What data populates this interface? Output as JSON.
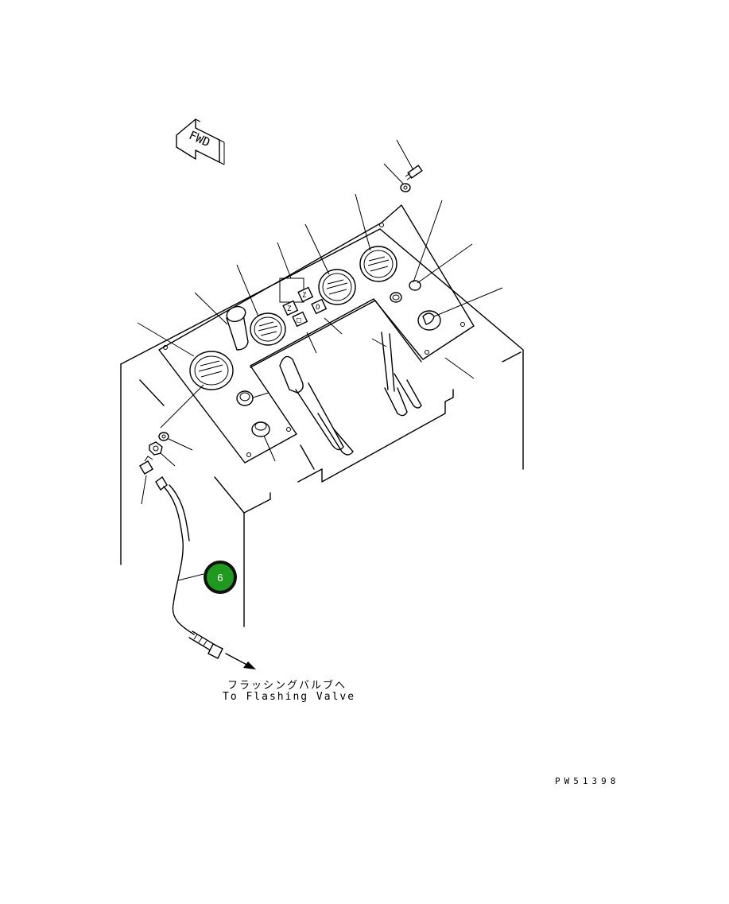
{
  "fwd_label": "FWD",
  "destination": {
    "japanese": "フラッシングバルブへ",
    "english": "To Flashing Valve"
  },
  "callouts": [
    {
      "number": "6",
      "color": "#1f9a1f"
    }
  ],
  "drawing_number": "PW51398",
  "switch_glyphs": [
    "Z",
    "Z",
    "O",
    "□"
  ]
}
